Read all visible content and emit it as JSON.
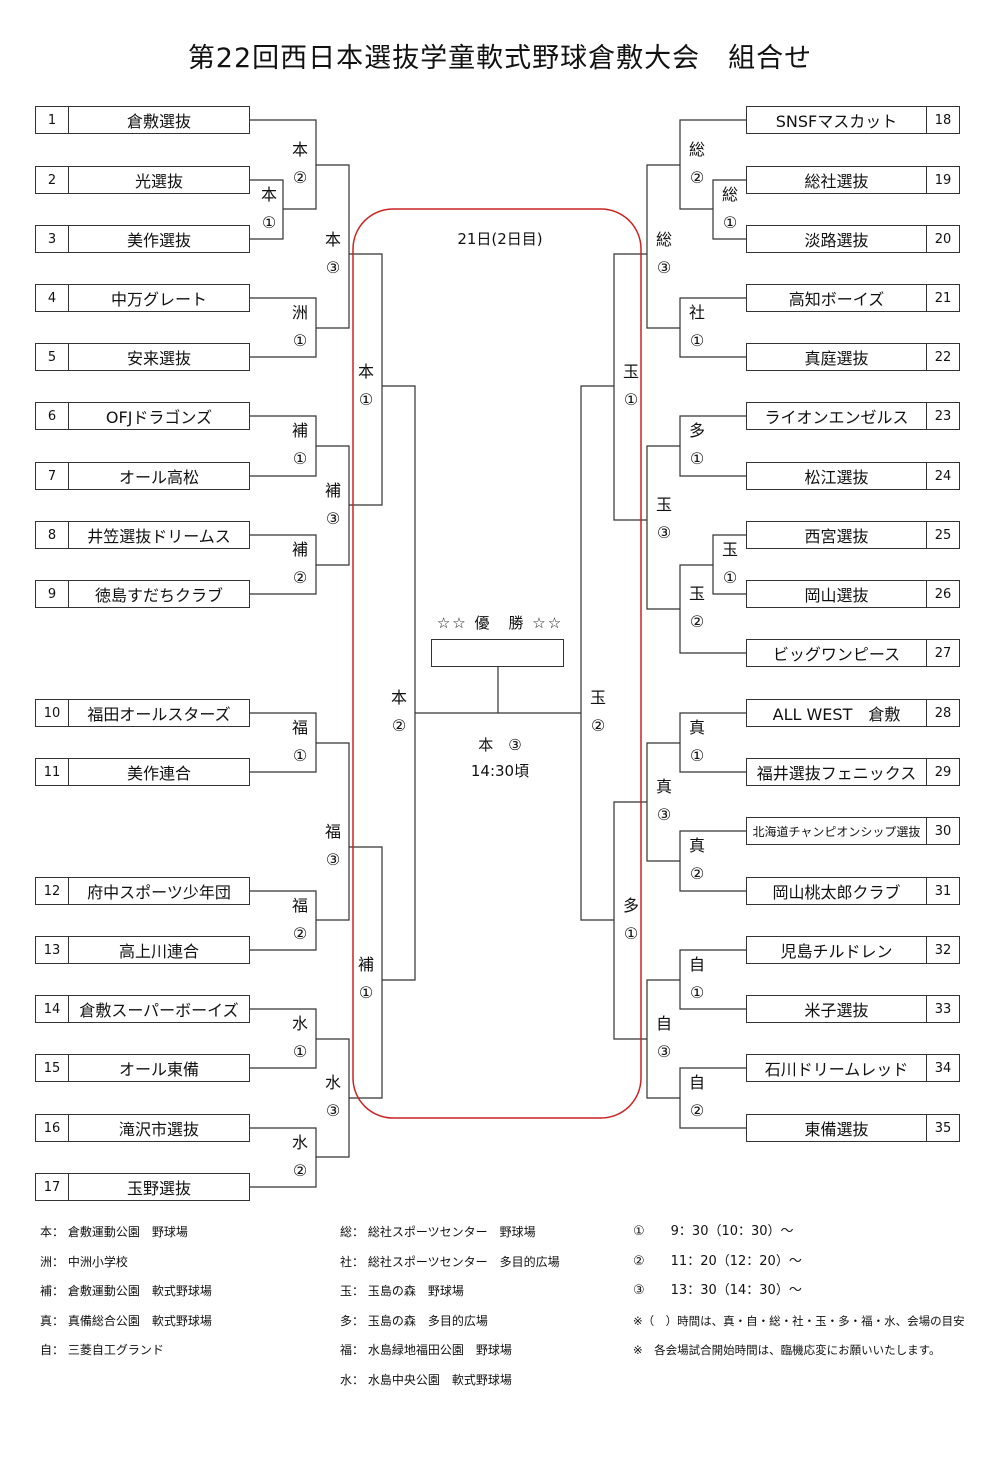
{
  "title": "第22回西日本選抜学童軟式野球倉敷大会　組合せ",
  "day_label": "21日(2日目)",
  "championship": {
    "title": "☆☆ 優　勝 ☆☆",
    "final_venue": "本　③",
    "final_time": "14:30頃"
  },
  "teams_left": [
    {
      "num": "1",
      "name": "倉敷選抜"
    },
    {
      "num": "2",
      "name": "光選抜"
    },
    {
      "num": "3",
      "name": "美作選抜"
    },
    {
      "num": "4",
      "name": "中万グレート"
    },
    {
      "num": "5",
      "name": "安来選抜"
    },
    {
      "num": "6",
      "name": "OFJドラゴンズ"
    },
    {
      "num": "7",
      "name": "オール高松"
    },
    {
      "num": "8",
      "name": "井笠選抜ドリームス"
    },
    {
      "num": "9",
      "name": "徳島すだちクラブ"
    },
    {
      "num": "10",
      "name": "福田オールスターズ"
    },
    {
      "num": "11",
      "name": "美作連合"
    },
    {
      "num": "12",
      "name": "府中スポーツ少年団"
    },
    {
      "num": "13",
      "name": "高上川連合"
    },
    {
      "num": "14",
      "name": "倉敷スーパーボーイズ"
    },
    {
      "num": "15",
      "name": "オール東備"
    },
    {
      "num": "16",
      "name": "滝沢市選抜"
    },
    {
      "num": "17",
      "name": "玉野選抜"
    }
  ],
  "teams_right": [
    {
      "num": "18",
      "name": "SNSFマスカット"
    },
    {
      "num": "19",
      "name": "総社選抜"
    },
    {
      "num": "20",
      "name": "淡路選抜"
    },
    {
      "num": "21",
      "name": "高知ボーイズ"
    },
    {
      "num": "22",
      "name": "真庭選抜"
    },
    {
      "num": "23",
      "name": "ライオンエンゼルス"
    },
    {
      "num": "24",
      "name": "松江選抜"
    },
    {
      "num": "25",
      "name": "西宮選抜"
    },
    {
      "num": "26",
      "name": "岡山選抜"
    },
    {
      "num": "27",
      "name": "ビッグワンピース"
    },
    {
      "num": "28",
      "name": "ALL WEST　倉敷"
    },
    {
      "num": "29",
      "name": "福井選抜フェニックス"
    },
    {
      "num": "30",
      "name": "北海道チャンピオンシップ選抜"
    },
    {
      "num": "31",
      "name": "岡山桃太郎クラブ"
    },
    {
      "num": "32",
      "name": "児島チルドレン"
    },
    {
      "num": "33",
      "name": "米子選抜"
    },
    {
      "num": "34",
      "name": "石川ドリームレッド"
    },
    {
      "num": "35",
      "name": "東備選抜"
    }
  ],
  "match_labels": {
    "l_a": [
      "本",
      "①"
    ],
    "l_b": [
      "本",
      "②"
    ],
    "l_c": [
      "洲",
      "①"
    ],
    "l_d": [
      "本",
      "③"
    ],
    "l_e": [
      "補",
      "①"
    ],
    "l_f": [
      "補",
      "②"
    ],
    "l_g": [
      "補",
      "③"
    ],
    "l_h": [
      "本",
      "①"
    ],
    "l_i": [
      "福",
      "①"
    ],
    "l_j": [
      "福",
      "②"
    ],
    "l_k": [
      "福",
      "③"
    ],
    "l_l": [
      "水",
      "①"
    ],
    "l_m": [
      "水",
      "②"
    ],
    "l_n": [
      "水",
      "③"
    ],
    "l_o": [
      "補",
      "①"
    ],
    "l_p": [
      "本",
      "②"
    ],
    "r_a": [
      "総",
      "①"
    ],
    "r_b": [
      "総",
      "②"
    ],
    "r_c": [
      "社",
      "①"
    ],
    "r_d": [
      "総",
      "③"
    ],
    "r_e": [
      "多",
      "①"
    ],
    "r_f": [
      "玉",
      "①"
    ],
    "r_g": [
      "玉",
      "②"
    ],
    "r_h": [
      "玉",
      "③"
    ],
    "r_i": [
      "玉",
      "①"
    ],
    "r_j": [
      "真",
      "①"
    ],
    "r_k": [
      "真",
      "②"
    ],
    "r_l": [
      "真",
      "③"
    ],
    "r_m": [
      "自",
      "①"
    ],
    "r_n": [
      "自",
      "②"
    ],
    "r_o": [
      "自",
      "③"
    ],
    "r_p": [
      "多",
      "①"
    ],
    "r_q": [
      "玉",
      "②"
    ]
  },
  "legend_col1": [
    "本：  倉敷運動公園　野球場",
    "洲：  中洲小学校",
    "補：  倉敷運動公園　軟式野球場",
    "真：  真備総合公園　軟式野球場",
    "自：  三菱自工グランド"
  ],
  "legend_col2": [
    "総：  総社スポーツセンター　野球場",
    "社：  総社スポーツセンター　多目的広場",
    "玉：  玉島の森　野球場",
    "多：  玉島の森　多目的広場",
    "福：  水島緑地福田公園　野球場",
    "水：  水島中央公園　軟式野球場"
  ],
  "legend_col3": [
    "①　　9：30（10：30）～",
    "②　　11：20（12：20）～",
    "③　　13：30（14：30）～",
    "※（　）時間は、真・自・総・社・玉・多・福・水、会場の目安",
    "※　各会場試合開始時間は、臨機応変にお願いいたします。"
  ],
  "colors": {
    "line": "#333333",
    "frame": "#cc2222"
  }
}
